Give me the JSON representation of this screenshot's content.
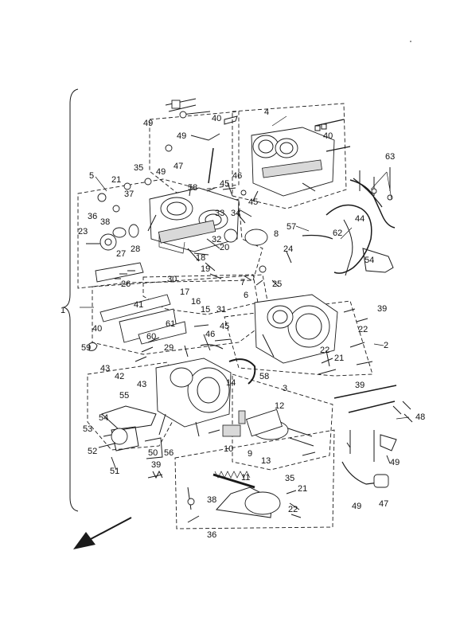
{
  "diagram": {
    "labels": [
      "1",
      "2",
      "3",
      "4",
      "5",
      "6",
      "7",
      "8",
      "9",
      "10",
      "11",
      "12",
      "13",
      "14",
      "15",
      "16",
      "17",
      "18",
      "19",
      "20",
      "21",
      "21",
      "21",
      "22",
      "22",
      "22",
      "23",
      "24",
      "25",
      "26",
      "27",
      "28",
      "29",
      "30",
      "31",
      "32",
      "33",
      "34",
      "35",
      "35",
      "36",
      "36",
      "37",
      "38",
      "38",
      "39",
      "39",
      "39",
      "40",
      "40",
      "40",
      "41",
      "42",
      "43",
      "43",
      "44",
      "45",
      "45",
      "45",
      "46",
      "46",
      "47",
      "47",
      "48",
      "49",
      "49",
      "49",
      "49",
      "49",
      "50",
      "51",
      "52",
      "53",
      "54",
      "54",
      "55",
      "56",
      "57",
      "58",
      "58",
      "59",
      "60",
      "61",
      "62",
      "63"
    ]
  }
}
